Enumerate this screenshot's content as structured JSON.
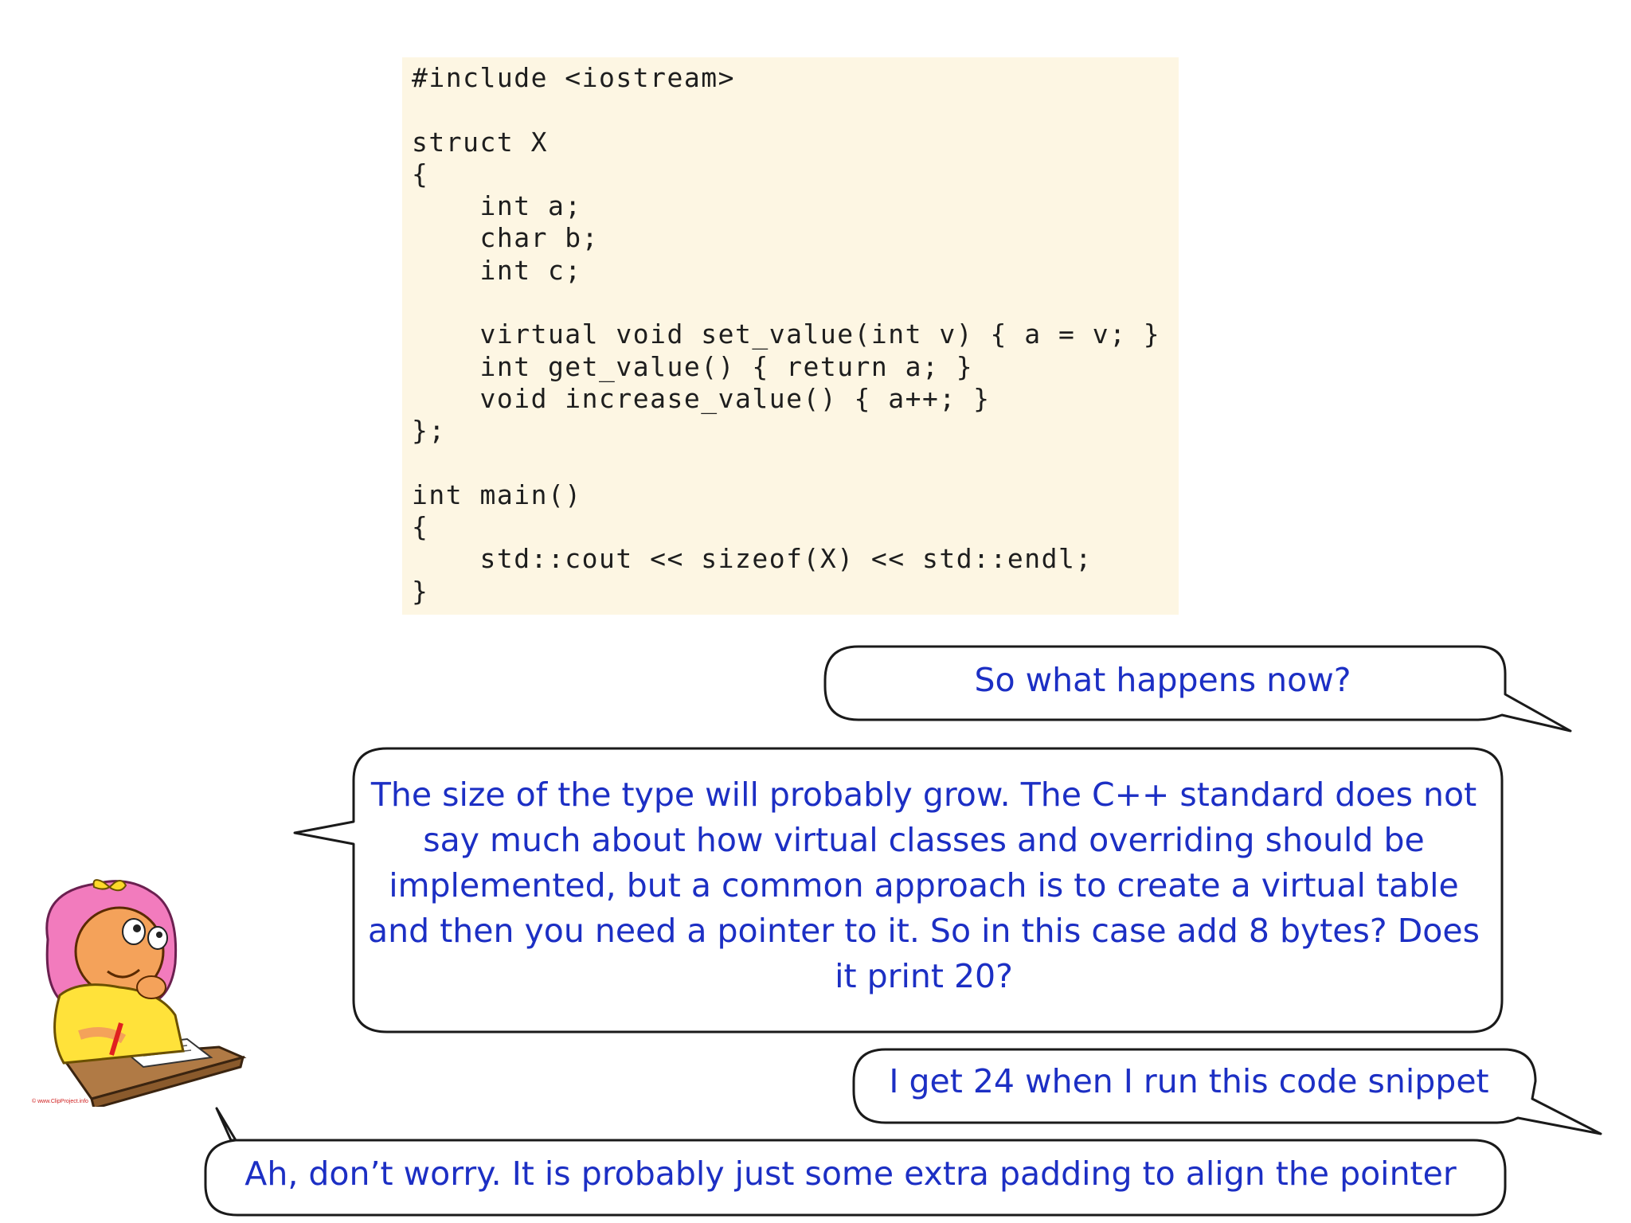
{
  "code": {
    "lines": [
      "#include <iostream>",
      "",
      "struct X",
      "{",
      "    int a;",
      "    char b;",
      "    int c;",
      "",
      "    virtual void set_value(int v) { a = v; }",
      "    int get_value() { return a; }",
      "    void increase_value() { a++; }",
      "};",
      "",
      "int main()",
      "{",
      "    std::cout << sizeof(X) << std::endl;",
      "}"
    ]
  },
  "dialogue": {
    "bubble1": "So what happens now?",
    "bubble2": "The size of the type will probably grow. The C++ standard does not say much about how virtual classes and overriding should be implemented, but a common approach is to create a virtual table and then you need a pointer to it. So in this case add 8 bytes? Does it print 20?",
    "bubble3": "I get 24 when I run this code snippet",
    "bubble4": "Ah, don’t worry. It is probably just some extra padding to align the pointer"
  },
  "mascot": {
    "credit": "© www.ClipProject.info"
  },
  "colors": {
    "text_blue": "#1c2fc4",
    "code_background": "#fdf6e3",
    "bubble_border": "#1a1a1a"
  }
}
